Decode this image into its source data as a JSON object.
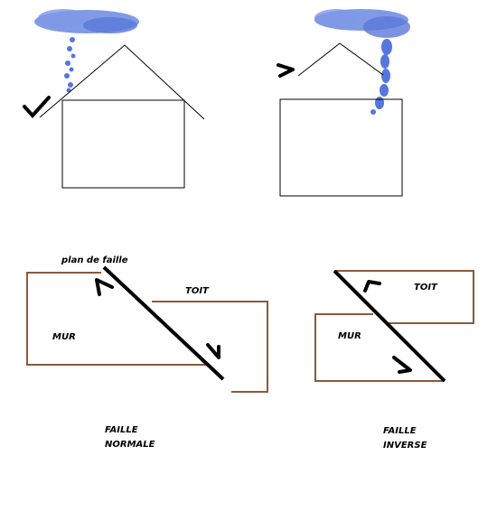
{
  "labels": {
    "plan_de_faille": "plan de faille",
    "toit_left": "TOIT",
    "mur_left": "MUR",
    "faille_normale_1": "FAILLE",
    "faille_normale_2": "NORMALE",
    "toit_right": "TOIT",
    "mur_right": "MUR",
    "faille_inverse_1": "FAILLE",
    "faille_inverse_2": "INVERSE"
  },
  "colors": {
    "line": "#000000",
    "block": "#8b5a3c",
    "cloud": "#5577dd",
    "background": "#ffffff"
  }
}
